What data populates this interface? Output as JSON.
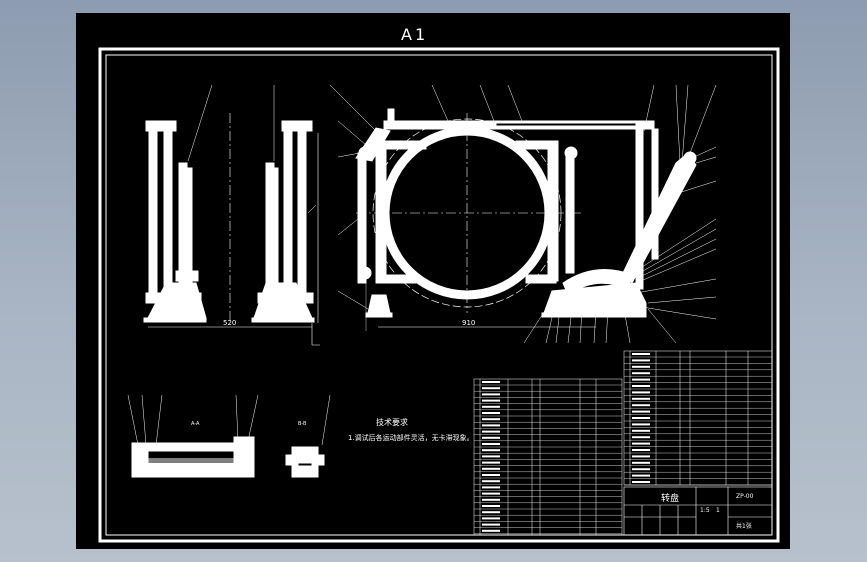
{
  "sheet": {
    "title": "A1",
    "colors": {
      "background": "#000000",
      "lines": "#ffffff",
      "page": "#a6b2c1"
    }
  },
  "drawing": {
    "dimensions": {
      "side_width": "520",
      "front_width": "910"
    },
    "notes": {
      "heading": "技术要求",
      "line1": "1.调试后各运动部件灵活，无卡滞现象。"
    },
    "section_labels": {
      "left": "A-A",
      "right": "B-B"
    }
  },
  "title_block": {
    "name": "转盘",
    "drawing_no": "ZP-00",
    "scale": "1:5",
    "quantity": "1",
    "material": "",
    "sheet": "共1张"
  }
}
